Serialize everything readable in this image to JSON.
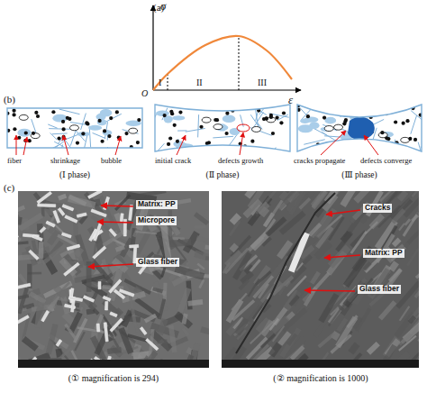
{
  "diagram": {
    "labels": [
      "(a)",
      "σ",
      "O",
      "I",
      "II",
      "III",
      "ε",
      "(b)",
      "fiber",
      "shrinkage",
      "bubble",
      "(Ⅰ phase)",
      "initial crack",
      "defects growth",
      "(Ⅱ phase)",
      "cracks propagate",
      "defects converge",
      "(Ⅲ phase)",
      "(c)",
      "Matrix: PP",
      "Micropore",
      "Glass fiber",
      "Cracks",
      "Matrix: PP",
      "Glass fiber",
      "(① magnification is 294)",
      "(② magnification is 1000)"
    ]
  }
}
